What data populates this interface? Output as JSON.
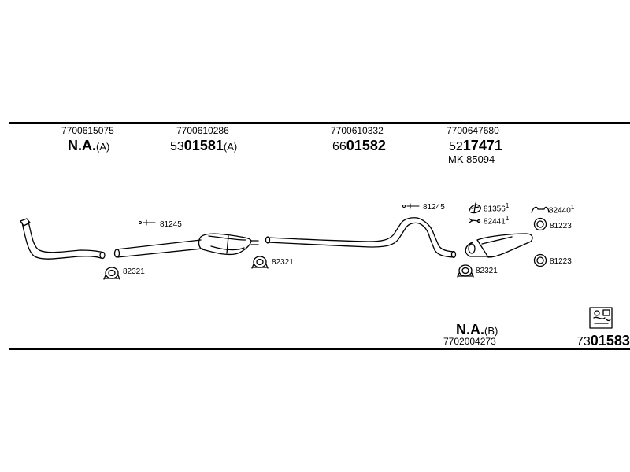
{
  "header": {
    "col1": {
      "part_no": "7700615075",
      "name": "N.A.",
      "suffix": "(A)"
    },
    "col2": {
      "part_no": "7700610286",
      "prefix": "53",
      "code": "01581",
      "suffix": "(A)"
    },
    "col3": {
      "part_no": "7700610332",
      "prefix": "66",
      "code": "01582"
    },
    "col4": {
      "part_no": "7700647680",
      "prefix": "52",
      "code": "17471",
      "mk": "MK 85094"
    }
  },
  "components": {
    "clamp_1": "82321",
    "clamp_2": "82321",
    "clamp_3": "82321",
    "gasket_1": "81245",
    "gasket_2": "81245",
    "hanger_1": "81356",
    "hanger_2": "82441",
    "hook": "82440",
    "ring_1": "81223",
    "ring_2": "81223"
  },
  "footer": {
    "name": "N.A.",
    "suffix": "(B)",
    "part_no": "7702004273",
    "code_prefix": "73",
    "code": "01583"
  },
  "marks": {
    "superscript": "1"
  }
}
